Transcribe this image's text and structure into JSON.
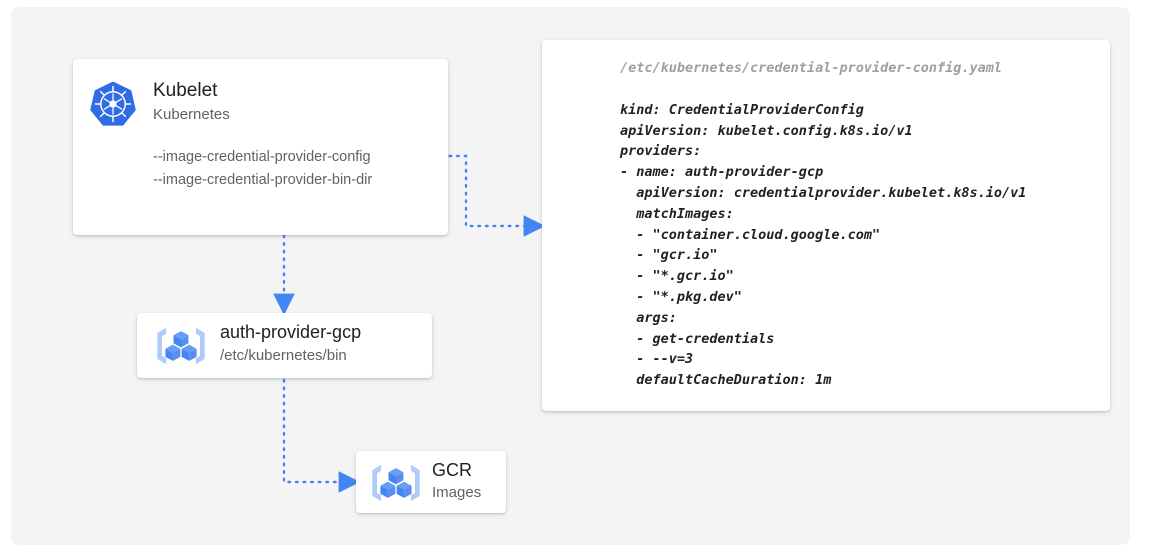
{
  "diagram": {
    "background_color": "#f4f4f4",
    "accent_color": "#4285f4",
    "connector_color": "#4285f4"
  },
  "kubelet_card": {
    "icon": "kubernetes-logo-icon",
    "title": "Kubelet",
    "subtitle": "Kubernetes",
    "flags": [
      "--image-credential-provider-config",
      "--image-credential-provider-bin-dir"
    ]
  },
  "auth_provider_card": {
    "icon": "gcp-container-registry-icon",
    "title": "auth-provider-gcp",
    "subtitle": "/etc/kubernetes/bin"
  },
  "gcr_card": {
    "icon": "gcp-container-registry-icon",
    "title": "GCR",
    "subtitle": "Images"
  },
  "yaml_card": {
    "filename": "/etc/kubernetes/credential-provider-config.yaml",
    "lines": [
      "kind: CredentialProviderConfig",
      "apiVersion: kubelet.config.k8s.io/v1",
      "providers:",
      "- name: auth-provider-gcp",
      "  apiVersion: credentialprovider.kubelet.k8s.io/v1",
      "  matchImages:",
      "  - \"container.cloud.google.com\"",
      "  - \"gcr.io\"",
      "  - \"*.gcr.io\"",
      "  - \"*.pkg.dev\"",
      "  args:",
      "  - get-credentials",
      "  - --v=3",
      "  defaultCacheDuration: 1m"
    ]
  },
  "connectors": [
    {
      "name": "kubelet-to-yaml",
      "style": "dotted",
      "arrow": "right"
    },
    {
      "name": "kubelet-to-authprovider",
      "style": "dotted",
      "arrow": "down"
    },
    {
      "name": "authprovider-to-gcr",
      "style": "dotted",
      "arrow": "right"
    }
  ]
}
